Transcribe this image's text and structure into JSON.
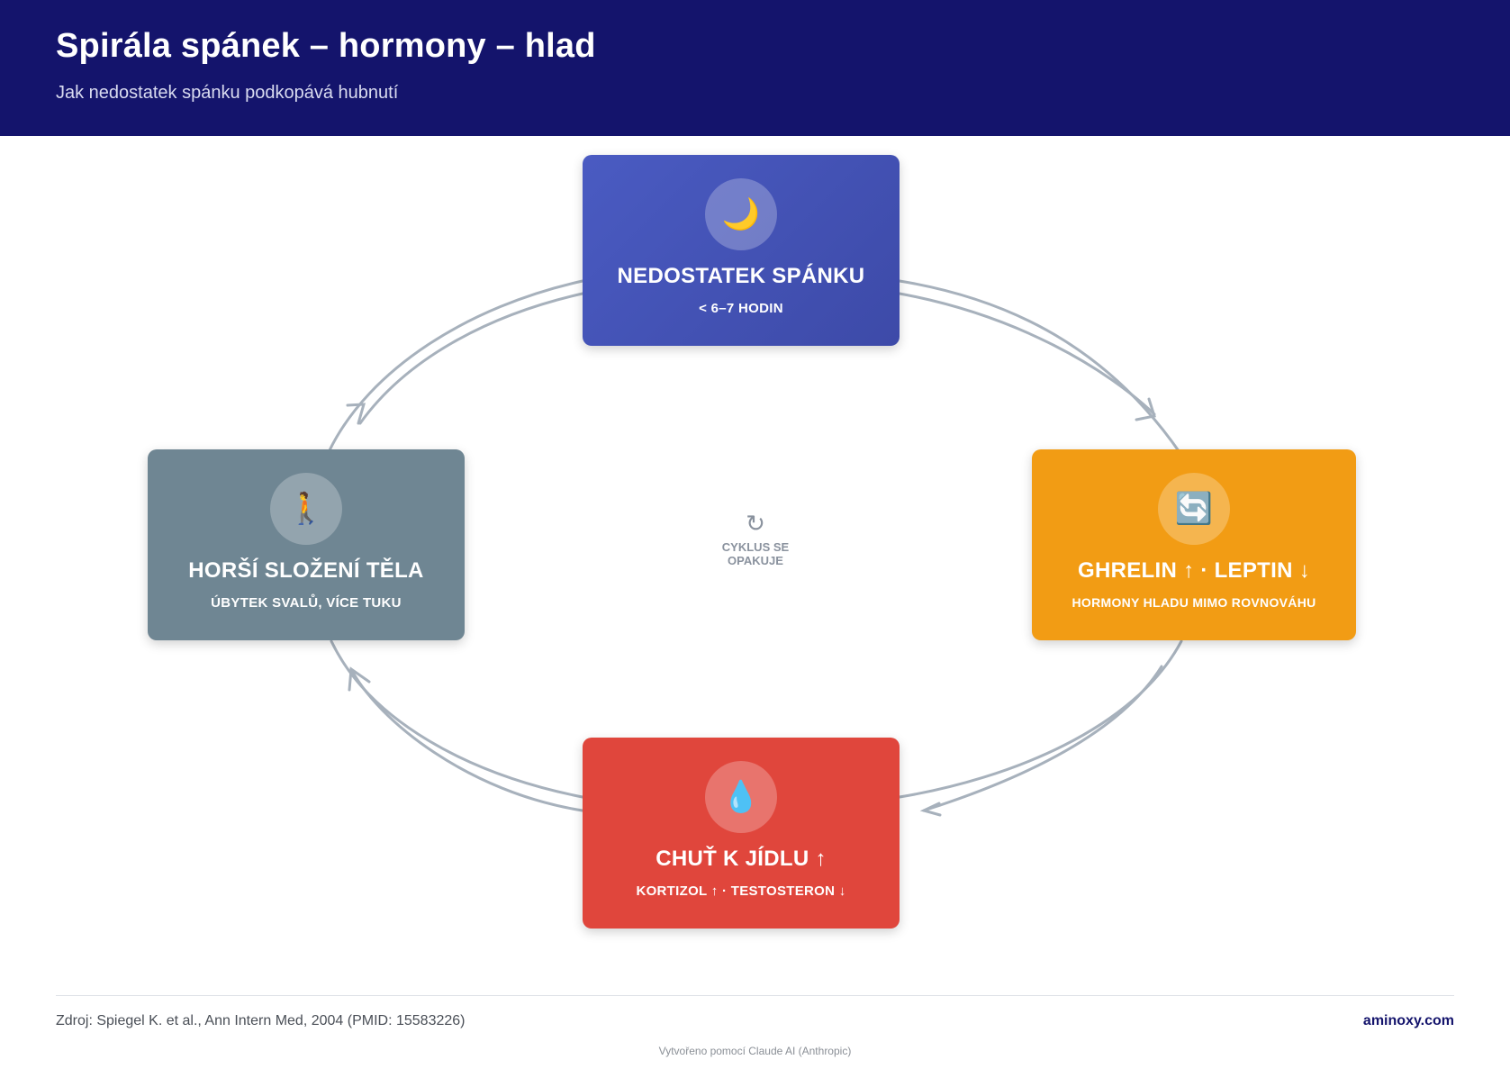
{
  "header": {
    "title": "Spirála spánek – hormony – hlad",
    "subtitle": "Jak nedostatek spánku podkopává hubnutí"
  },
  "cycle": {
    "center_icon": "↻",
    "center_label": "CYKLUS SE OPAKUJE",
    "steps": [
      {
        "icon": "🌙",
        "icon_name": "moon-icon",
        "title": "NEDOSTATEK SPÁNKU",
        "subtitle": "< 6–7 HODIN",
        "color": "#4455b8"
      },
      {
        "icon": "🔄",
        "icon_name": "cycle-arrows-icon",
        "title": "GHRELIN ↑ · LEPTIN ↓",
        "subtitle": "HORMONY HLADU MIMO ROVNOVÁHU",
        "color": "#f29c14"
      },
      {
        "icon": "💧",
        "icon_name": "droplet-icon",
        "title": "CHUŤ K JÍDLU ↑",
        "subtitle": "KORTIZOL ↑ · TESTOSTERON ↓",
        "color": "#e0463c"
      },
      {
        "icon": "🚶",
        "icon_name": "walking-person-icon",
        "title": "HORŠÍ SLOŽENÍ TĚLA",
        "subtitle": "ÚBYTEK SVALŮ, VÍCE TUKU",
        "color": "#6f8693"
      }
    ],
    "arrow_color": "#a7b1bc"
  },
  "footer": {
    "source": "Zdroj: Spiegel K. et al., Ann Intern Med, 2004 (PMID: 15583226)",
    "brand": "aminoxy.com",
    "credit": "Vytvořeno pomocí Claude AI (Anthropic)"
  }
}
